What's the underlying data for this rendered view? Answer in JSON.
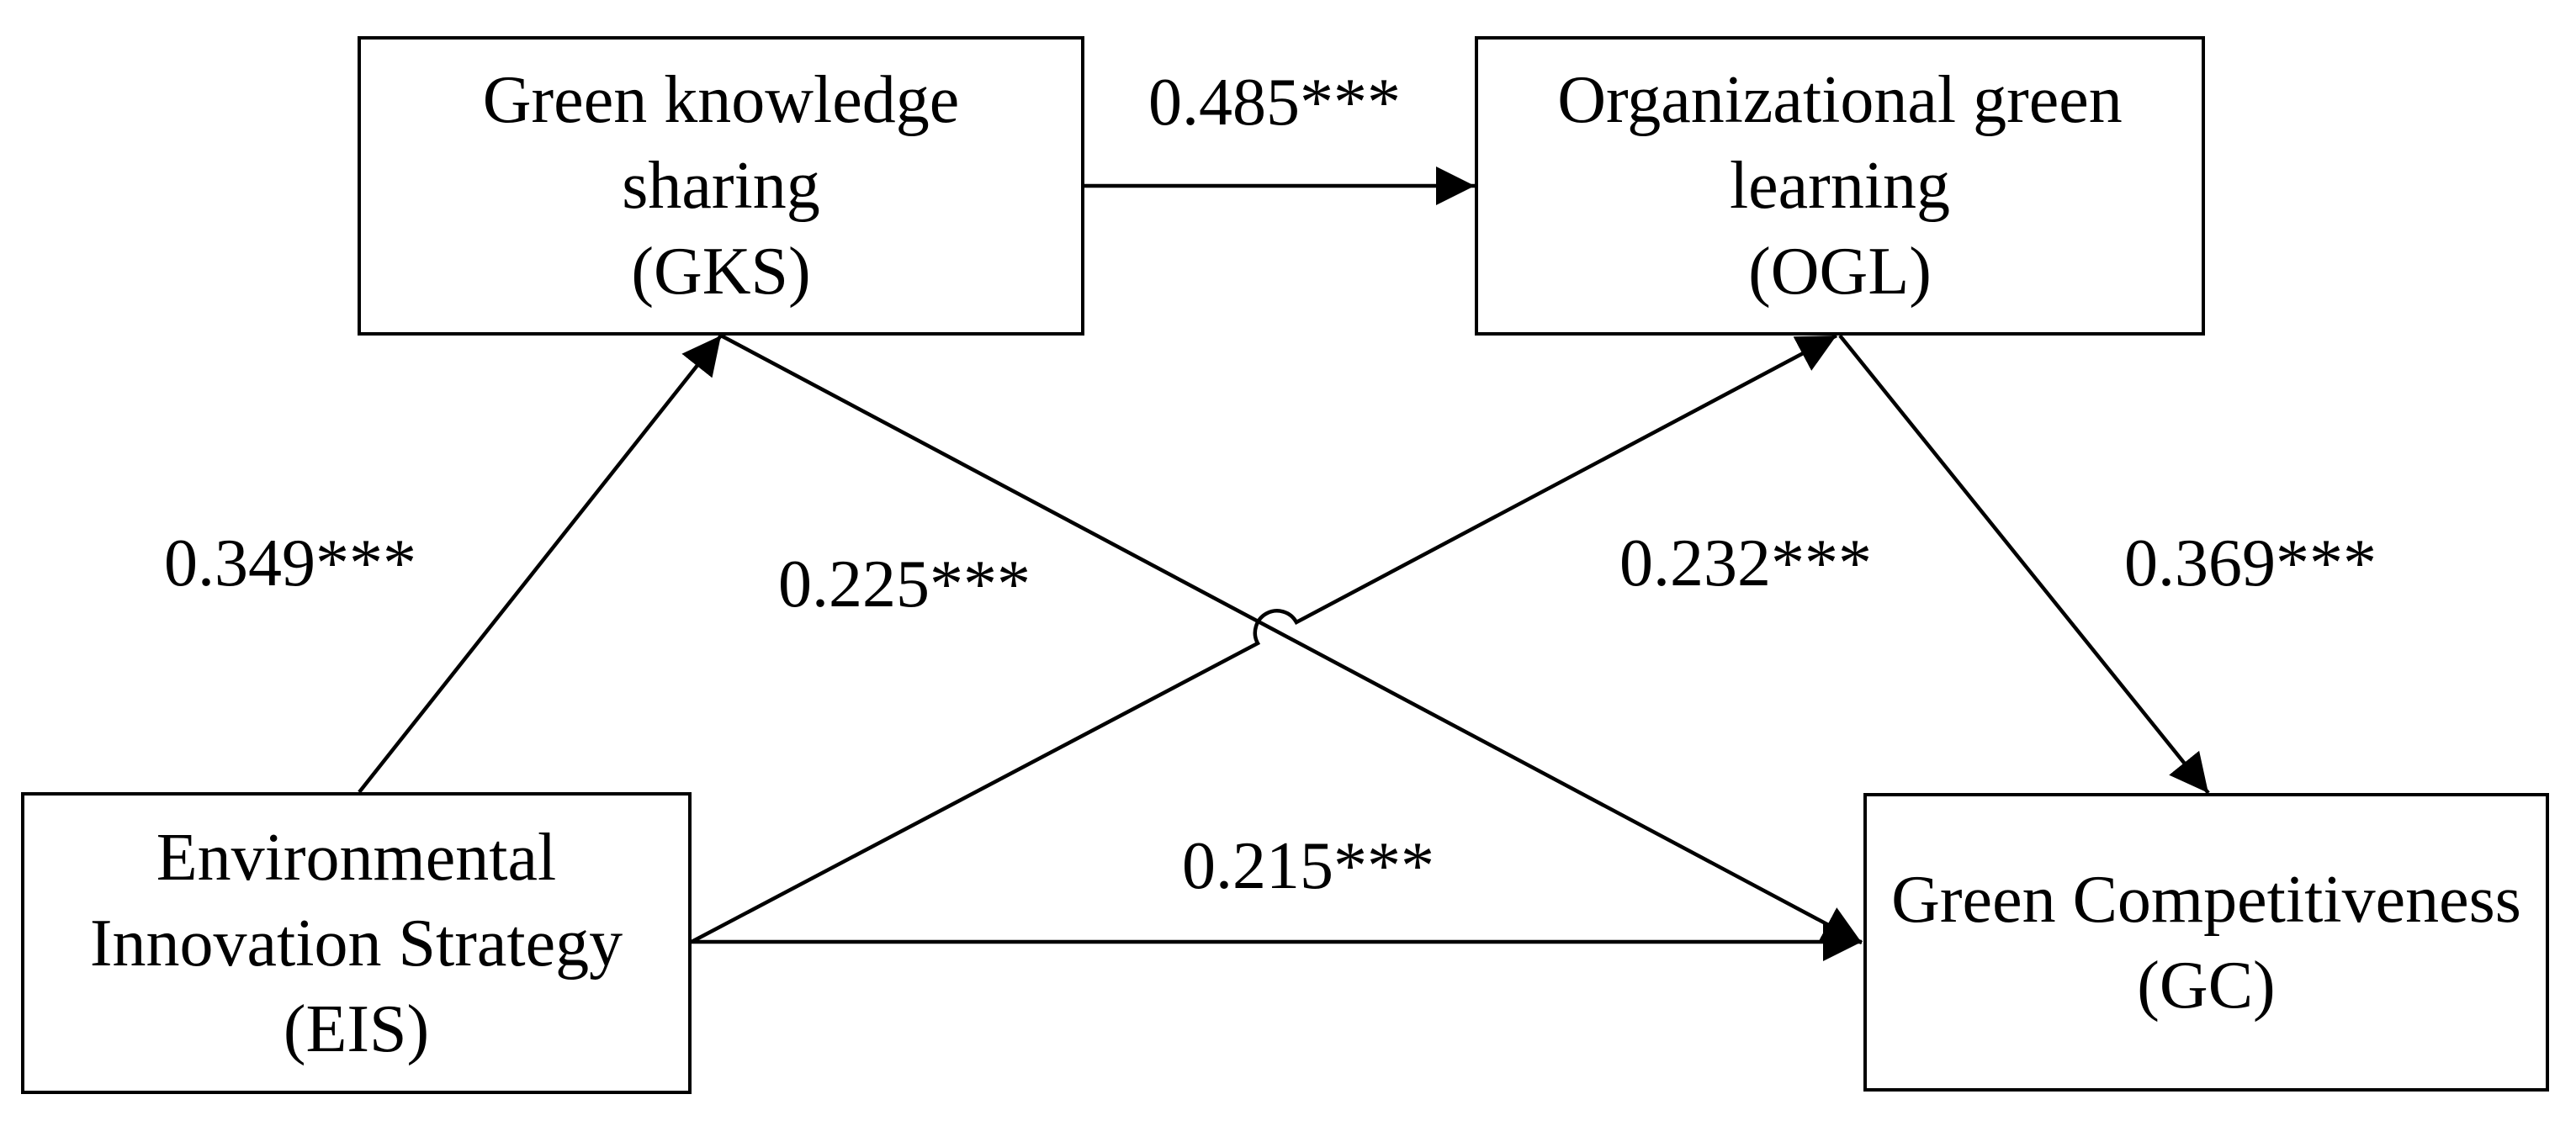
{
  "figure": {
    "type": "path-model-diagram",
    "colors": {
      "background": "#ffffff",
      "line": "#000000",
      "text": "#000000",
      "box_fill": "#ffffff"
    },
    "nodes": [
      {
        "id": "GKS",
        "name": "Green knowledge sharing",
        "abbr": "(GKS)",
        "lines": [
          "Green knowledge",
          "sharing",
          "(GKS)"
        ]
      },
      {
        "id": "OGL",
        "name": "Organizational green learning",
        "abbr": "(OGL)",
        "lines": [
          "Organizational green",
          "learning",
          "(OGL)"
        ]
      },
      {
        "id": "EIS",
        "name": "Environmental Innovation Strategy",
        "abbr": "(EIS)",
        "lines": [
          "Environmental",
          "Innovation Strategy",
          "(EIS)"
        ]
      },
      {
        "id": "GC",
        "name": "Green Competitiveness",
        "abbr": "(GC)",
        "lines": [
          "Green Competitiveness",
          "(GC)"
        ]
      }
    ],
    "edges": [
      {
        "from": "GKS",
        "to": "OGL",
        "coefficient": "0.485***"
      },
      {
        "from": "EIS",
        "to": "GKS",
        "coefficient": "0.349***"
      },
      {
        "from": "EIS",
        "to": "OGL",
        "coefficient": "0.232***"
      },
      {
        "from": "GKS",
        "to": "GC",
        "coefficient": "0.225***"
      },
      {
        "from": "OGL",
        "to": "GC",
        "coefficient": "0.369***"
      },
      {
        "from": "EIS",
        "to": "GC",
        "coefficient": "0.215***"
      }
    ]
  }
}
